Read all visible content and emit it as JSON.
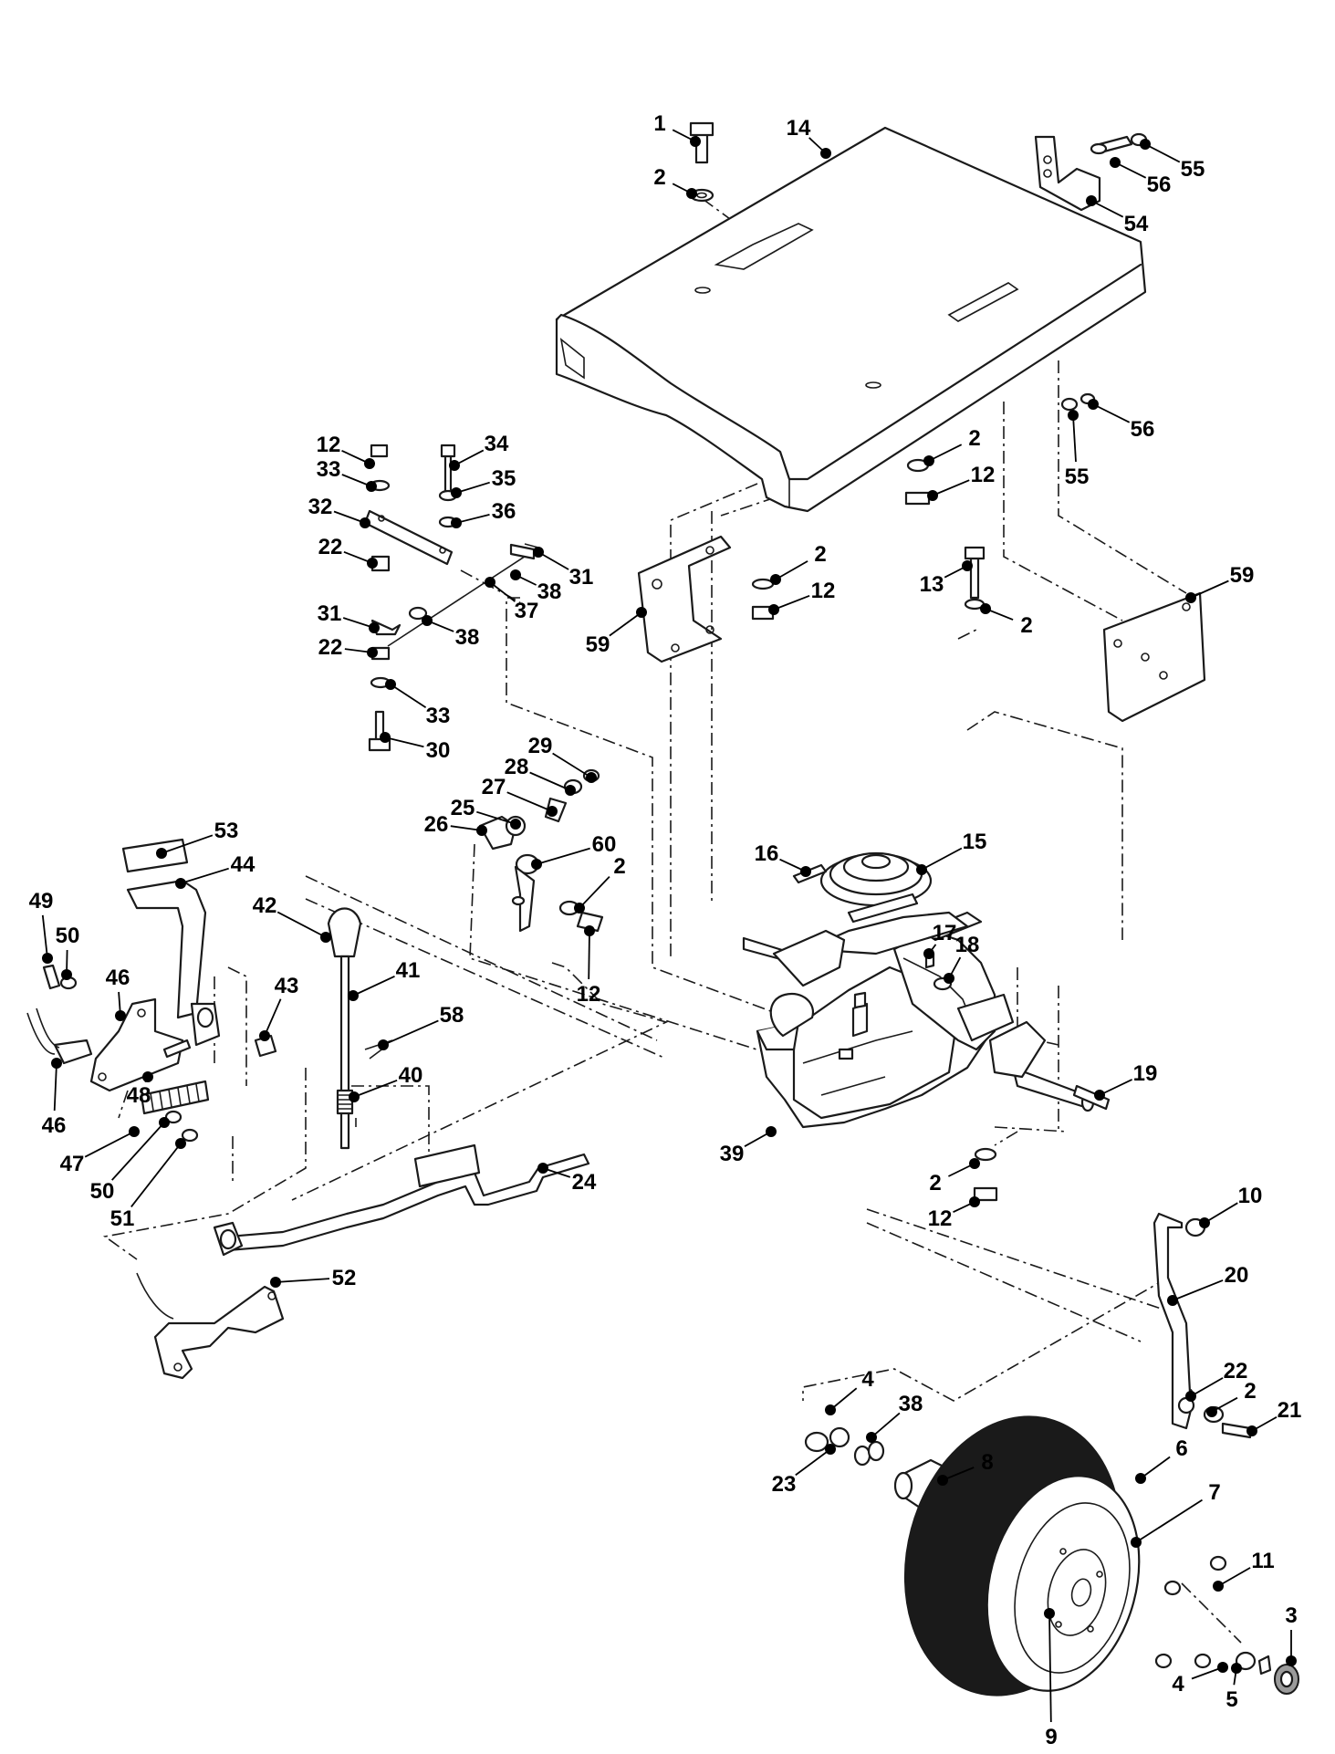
{
  "diagram": {
    "callouts": [
      {
        "label": "1"
      },
      {
        "label": "2"
      },
      {
        "label": "14"
      },
      {
        "label": "55"
      },
      {
        "label": "56"
      },
      {
        "label": "54"
      },
      {
        "label": "56"
      },
      {
        "label": "55"
      },
      {
        "label": "2"
      },
      {
        "label": "12"
      },
      {
        "label": "12"
      },
      {
        "label": "33"
      },
      {
        "label": "32"
      },
      {
        "label": "22"
      },
      {
        "label": "31"
      },
      {
        "label": "22"
      },
      {
        "label": "34"
      },
      {
        "label": "35"
      },
      {
        "label": "36"
      },
      {
        "label": "31"
      },
      {
        "label": "38"
      },
      {
        "label": "37"
      },
      {
        "label": "38"
      },
      {
        "label": "33"
      },
      {
        "label": "30"
      },
      {
        "label": "2"
      },
      {
        "label": "12"
      },
      {
        "label": "59"
      },
      {
        "label": "13"
      },
      {
        "label": "2"
      },
      {
        "label": "59"
      },
      {
        "label": "29"
      },
      {
        "label": "28"
      },
      {
        "label": "27"
      },
      {
        "label": "25"
      },
      {
        "label": "26"
      },
      {
        "label": "60"
      },
      {
        "label": "2"
      },
      {
        "label": "12"
      },
      {
        "label": "53"
      },
      {
        "label": "44"
      },
      {
        "label": "49"
      },
      {
        "label": "50"
      },
      {
        "label": "46"
      },
      {
        "label": "46"
      },
      {
        "label": "48"
      },
      {
        "label": "47"
      },
      {
        "label": "50"
      },
      {
        "label": "51"
      },
      {
        "label": "42"
      },
      {
        "label": "43"
      },
      {
        "label": "41"
      },
      {
        "label": "58"
      },
      {
        "label": "40"
      },
      {
        "label": "16"
      },
      {
        "label": "15"
      },
      {
        "label": "17"
      },
      {
        "label": "18"
      },
      {
        "label": "19"
      },
      {
        "label": "39"
      },
      {
        "label": "2"
      },
      {
        "label": "12"
      },
      {
        "label": "24"
      },
      {
        "label": "52"
      },
      {
        "label": "10"
      },
      {
        "label": "20"
      },
      {
        "label": "22"
      },
      {
        "label": "2"
      },
      {
        "label": "21"
      },
      {
        "label": "4"
      },
      {
        "label": "38"
      },
      {
        "label": "23"
      },
      {
        "label": "8"
      },
      {
        "label": "6"
      },
      {
        "label": "7"
      },
      {
        "label": "11"
      },
      {
        "label": "3"
      },
      {
        "label": "4"
      },
      {
        "label": "5"
      },
      {
        "label": "9"
      }
    ]
  }
}
